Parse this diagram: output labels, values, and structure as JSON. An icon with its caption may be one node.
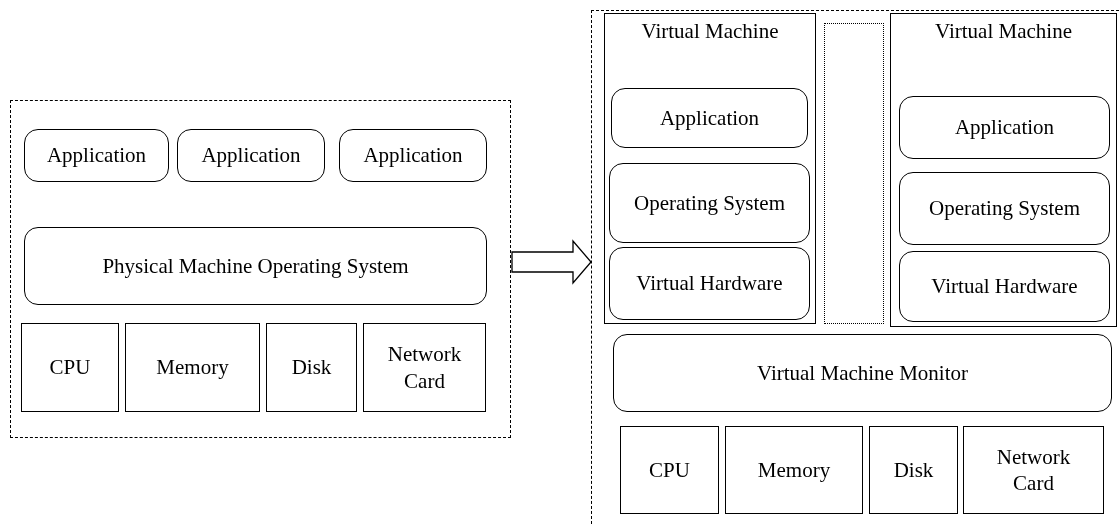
{
  "diagram": {
    "nodes": [
      {
        "text": [],
        "shape": "box"
      },
      {
        "text": [
          "Application"
        ],
        "in": 0
      },
      {
        "text": [
          "Application"
        ],
        "in": 0
      },
      {
        "text": [
          "Application"
        ],
        "in": 0
      },
      {
        "text": [
          "Physical Machine Operating System"
        ],
        "in": 0
      },
      {
        "text": [
          "CPU"
        ],
        "in": 0
      },
      {
        "text": [
          "Memory"
        ],
        "in": 0
      },
      {
        "text": [
          "Disk"
        ],
        "in": 0
      },
      {
        "text": [
          "Network Card"
        ],
        "in": 0
      },
      {
        "text": [],
        "shape": "box"
      },
      {
        "text": [
          "Virtual Machine"
        ],
        "in": 9
      },
      {
        "text": [
          "Application"
        ],
        "in": 10
      },
      {
        "text": [
          "Operating System"
        ],
        "in": 10
      },
      {
        "text": [
          "Virtual Hardware"
        ],
        "in": 10
      },
      {
        "text": [],
        "shape": "box",
        "in": 9
      },
      {
        "text": [
          "Virtual Machine"
        ],
        "in": 9
      },
      {
        "text": [
          "Application"
        ],
        "in": 15
      },
      {
        "text": [
          "Operating System"
        ],
        "in": 15
      },
      {
        "text": [
          "Virtual Hardware"
        ],
        "in": 15
      },
      {
        "text": [
          "Virtual Machine Monitor"
        ],
        "in": 9
      },
      {
        "text": [
          "CPU"
        ],
        "in": 9
      },
      {
        "text": [
          "Memory"
        ],
        "in": 9
      },
      {
        "text": [
          "Disk"
        ],
        "in": 9
      },
      {
        "text": [
          "Network Card"
        ],
        "in": 9
      }
    ],
    "edges": [
      {
        "from": 0,
        "to": 9,
        "arrow": "to",
        "style": "thick"
      }
    ]
  }
}
